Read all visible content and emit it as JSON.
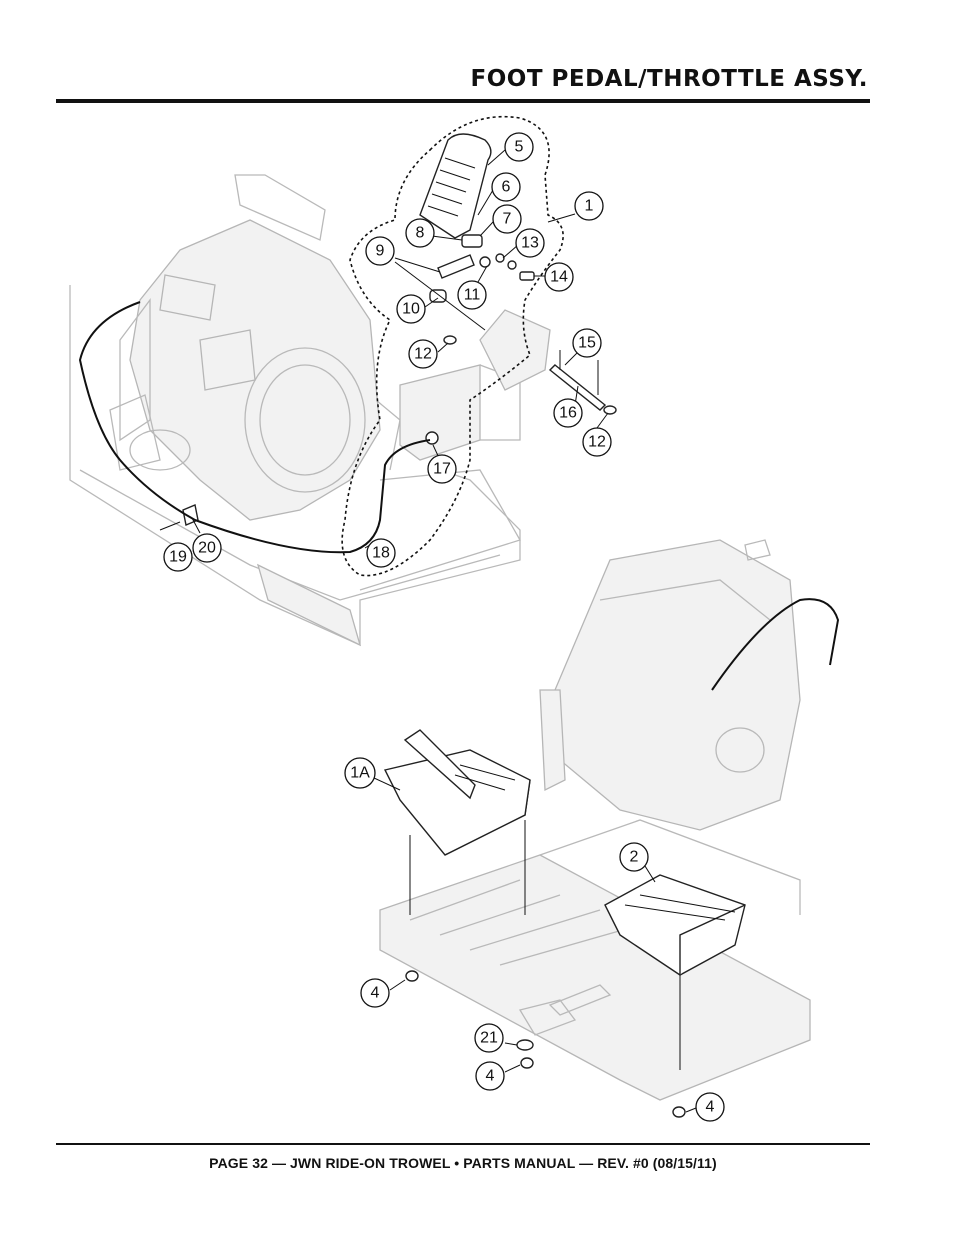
{
  "header": {
    "title": "FOOT PEDAL/THROTTLE ASSY."
  },
  "footer": {
    "text": "PAGE 32 — JWN RIDE-ON TROWEL • PARTS MANUAL — REV. #0 (08/15/11)"
  },
  "callouts": {
    "c1": "1",
    "c1a": "1A",
    "c2": "2",
    "c4a": "4",
    "c4b": "4",
    "c4c": "4",
    "c5": "5",
    "c6": "6",
    "c7": "7",
    "c8": "8",
    "c9": "9",
    "c10": "10",
    "c11": "11",
    "c12a": "12",
    "c12b": "12",
    "c13": "13",
    "c14": "14",
    "c15": "15",
    "c16": "16",
    "c17": "17",
    "c18": "18",
    "c19": "19",
    "c20": "20",
    "c21": "21"
  }
}
